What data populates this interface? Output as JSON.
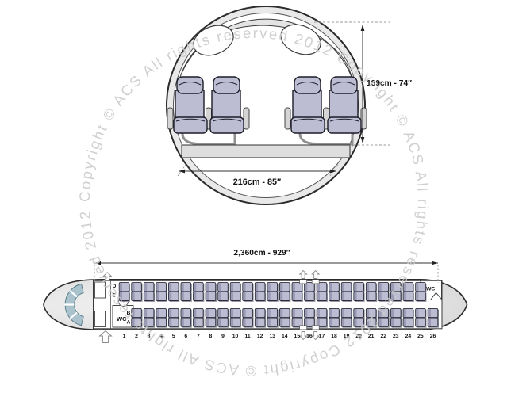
{
  "watermark": {
    "text": "Copyright © ACS All rights reserved 2012",
    "repetitions": 3,
    "color": "#cbcbcb"
  },
  "cross_section": {
    "cabin_height_label": "189cm - 74″",
    "cabin_width_label": "216cm - 85″",
    "seats_abreast": "2+2"
  },
  "cabin_layout": {
    "cabin_length_label": "2,360cm - 929″",
    "front_lavatory": {
      "label": "WC"
    },
    "rear_lavatory": {
      "label": "WC"
    },
    "seat_letters_forward": [
      "D",
      "C"
    ],
    "seat_letters_aft": [
      "B",
      "A"
    ],
    "row_numbers": [
      "1",
      "2",
      "3",
      "4",
      "5",
      "6",
      "7",
      "8",
      "9",
      "10",
      "11",
      "12",
      "13",
      "14",
      "15",
      "16",
      "17",
      "18",
      "19",
      "20",
      "21",
      "22",
      "23",
      "24",
      "25",
      "26"
    ],
    "rows_top_side": {
      "first": 1,
      "last": 25
    },
    "rows_bottom_side": {
      "first": 2,
      "last": 26
    },
    "exit_row_gaps": [
      [
        15,
        16
      ],
      [
        16,
        17
      ]
    ]
  },
  "colors": {
    "seat_fill": "#bcbcd2",
    "seat_back": "#9a9ab5",
    "seat_outline": "#2c2c3a",
    "fuselage_fill": "#e7e7e7",
    "cockpit_glass": "#a9c2cb",
    "outline": "#2b2b2b",
    "watermark": "#cbcbcb"
  }
}
